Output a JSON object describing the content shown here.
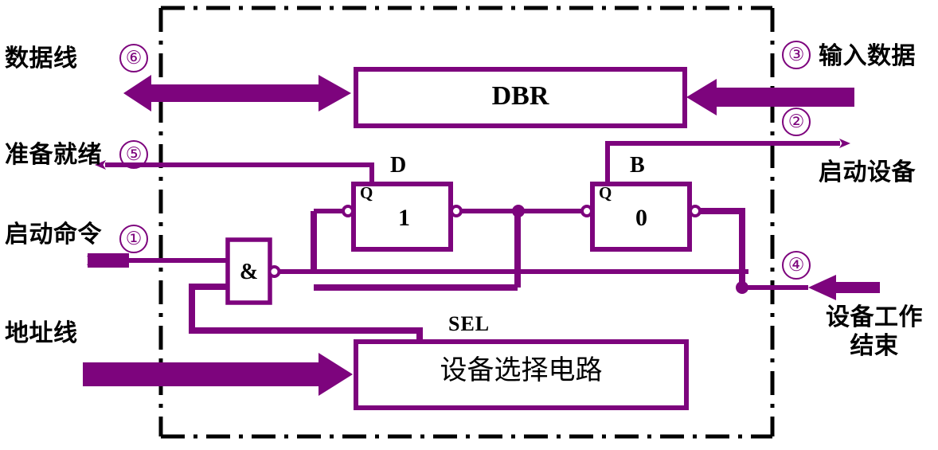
{
  "diagram": {
    "title_text": "",
    "colors": {
      "wire": "#7d047d",
      "boundary": "#000000",
      "text": "#000000",
      "background": "#ffffff"
    },
    "boundary": {
      "style": "dash-dot",
      "label": "interface-boundary"
    },
    "blocks": [
      {
        "id": "dbr",
        "label": "DBR"
      },
      {
        "id": "device_select",
        "label": "设备选择电路"
      },
      {
        "id": "and_gate",
        "label": "&"
      },
      {
        "id": "ff_d",
        "name": "D",
        "q": "Q",
        "value": "1"
      },
      {
        "id": "ff_b",
        "name": "B",
        "q": "Q",
        "value": "0"
      }
    ],
    "wire_labels": [
      {
        "id": "sel",
        "label": "SEL"
      }
    ],
    "left_signals": [
      {
        "id": "data_bus",
        "label": "数据线",
        "marker": "⑥",
        "direction": "bidirectional"
      },
      {
        "id": "ready",
        "label": "准备就绪",
        "marker": "⑤",
        "direction": "out-left"
      },
      {
        "id": "start_command",
        "label": "启动命令",
        "marker": "①",
        "direction": "in-right"
      },
      {
        "id": "address_bus",
        "label": "地址线",
        "marker": "",
        "direction": "in-right"
      }
    ],
    "right_signals": [
      {
        "id": "input_data",
        "label": "输入数据",
        "marker": "③",
        "direction": "in-left"
      },
      {
        "id": "start_device",
        "label": "启动设备",
        "marker": "②",
        "direction": "out-right"
      },
      {
        "id": "device_done",
        "label_line1": "设备工作",
        "label_line2": "结束",
        "marker": "④",
        "direction": "in-left"
      }
    ],
    "markers": {
      "m1": "①",
      "m2": "②",
      "m3": "③",
      "m4": "④",
      "m5": "⑤",
      "m6": "⑥"
    }
  }
}
